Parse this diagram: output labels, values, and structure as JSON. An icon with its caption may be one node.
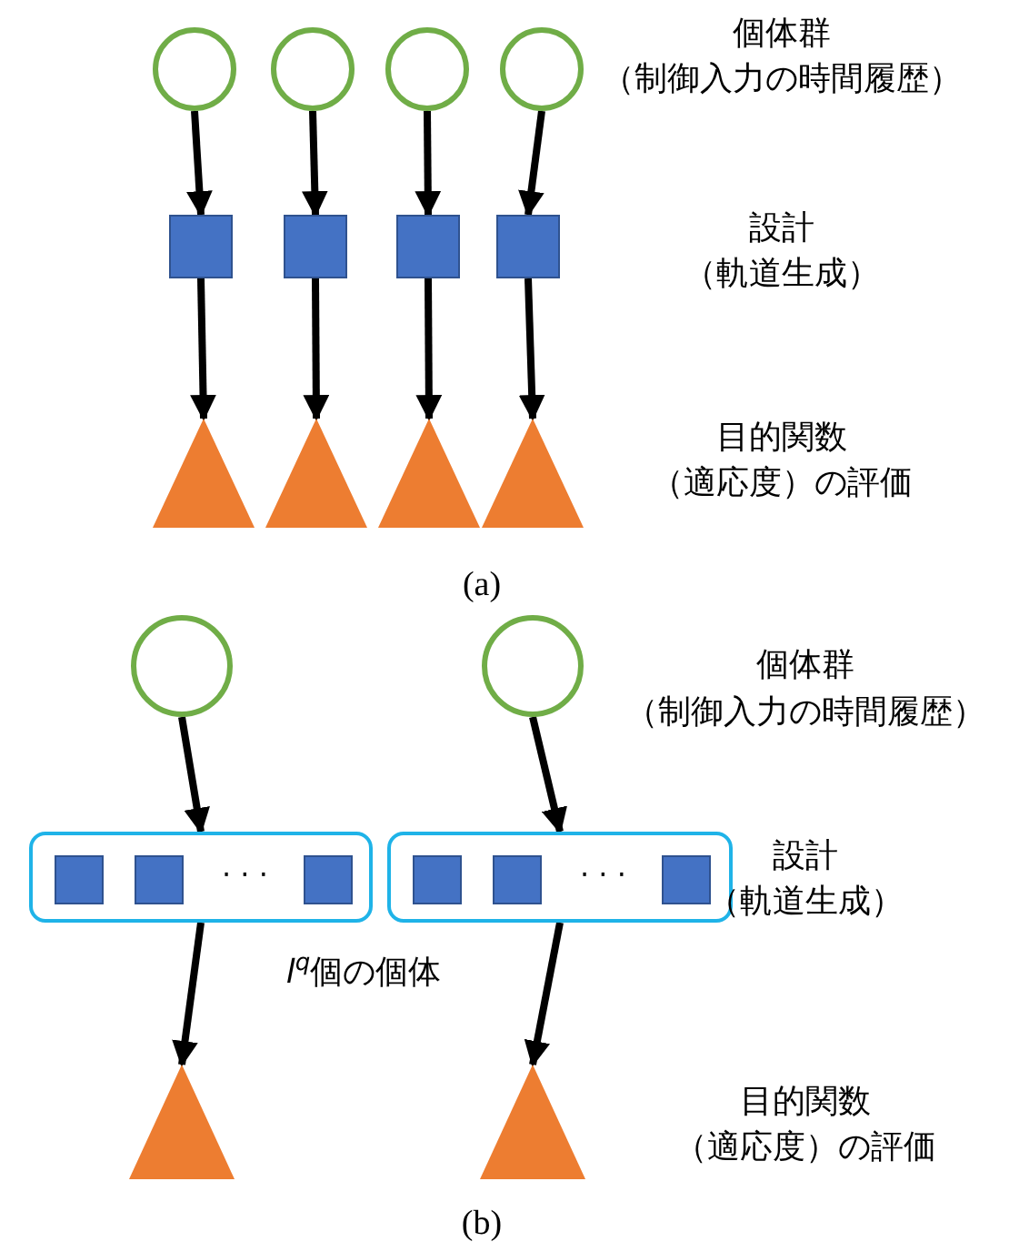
{
  "diagram": {
    "nodes": [
      {
        "text": [],
        "shape": "circle"
      },
      {
        "text": [],
        "shape": "circle"
      },
      {
        "text": [],
        "shape": "circle"
      },
      {
        "text": [],
        "shape": "circle"
      },
      {
        "text": [],
        "shape": "box"
      },
      {
        "text": [],
        "shape": "box"
      },
      {
        "text": [],
        "shape": "box"
      },
      {
        "text": [],
        "shape": "box"
      },
      {
        "text": [],
        "shape": "triangle"
      },
      {
        "text": [],
        "shape": "triangle"
      },
      {
        "text": [],
        "shape": "triangle"
      },
      {
        "text": [],
        "shape": "triangle"
      },
      {
        "text": [],
        "shape": "circle"
      },
      {
        "text": [],
        "shape": "circle"
      },
      {
        "text": [
          "· · ·"
        ]
      },
      {
        "text": [],
        "shape": "box",
        "in": 14
      },
      {
        "text": [],
        "shape": "box",
        "in": 14
      },
      {
        "text": [],
        "shape": "box",
        "in": 14
      },
      {
        "text": [
          "· · ·"
        ]
      },
      {
        "text": [],
        "shape": "box",
        "in": 18
      },
      {
        "text": [],
        "shape": "box",
        "in": 18
      },
      {
        "text": [],
        "shape": "box",
        "in": 18
      },
      {
        "text": [],
        "shape": "triangle"
      },
      {
        "text": [],
        "shape": "triangle"
      }
    ],
    "edges": [
      {
        "from": 0,
        "to": 4,
        "arrow": "to"
      },
      {
        "from": 1,
        "to": 5,
        "arrow": "to"
      },
      {
        "from": 2,
        "to": 6,
        "arrow": "to"
      },
      {
        "from": 3,
        "to": 7,
        "arrow": "to"
      },
      {
        "from": 4,
        "to": 8,
        "arrow": "to"
      },
      {
        "from": 5,
        "to": 9,
        "arrow": "to"
      },
      {
        "from": 6,
        "to": 10,
        "arrow": "to"
      },
      {
        "from": 7,
        "to": 11,
        "arrow": "to"
      },
      {
        "from": 12,
        "to": 14,
        "arrow": "to"
      },
      {
        "from": 13,
        "to": 18,
        "arrow": "to"
      },
      {
        "from": 14,
        "to": 22,
        "arrow": "to"
      },
      {
        "from": 18,
        "to": 23,
        "arrow": "to"
      }
    ],
    "labels": [
      "個体群",
      "（制御入力の時間履歴）",
      "設計",
      "（軌道生成）",
      "目的関数",
      "（適応度）の評価",
      "(a)",
      "個体群",
      "（制御入力の時間履歴）",
      "設計",
      "（軌道生成）",
      "*l*$^{q}$個の個体",
      "目的関数",
      "（適応度）の評価",
      "(b)"
    ]
  }
}
